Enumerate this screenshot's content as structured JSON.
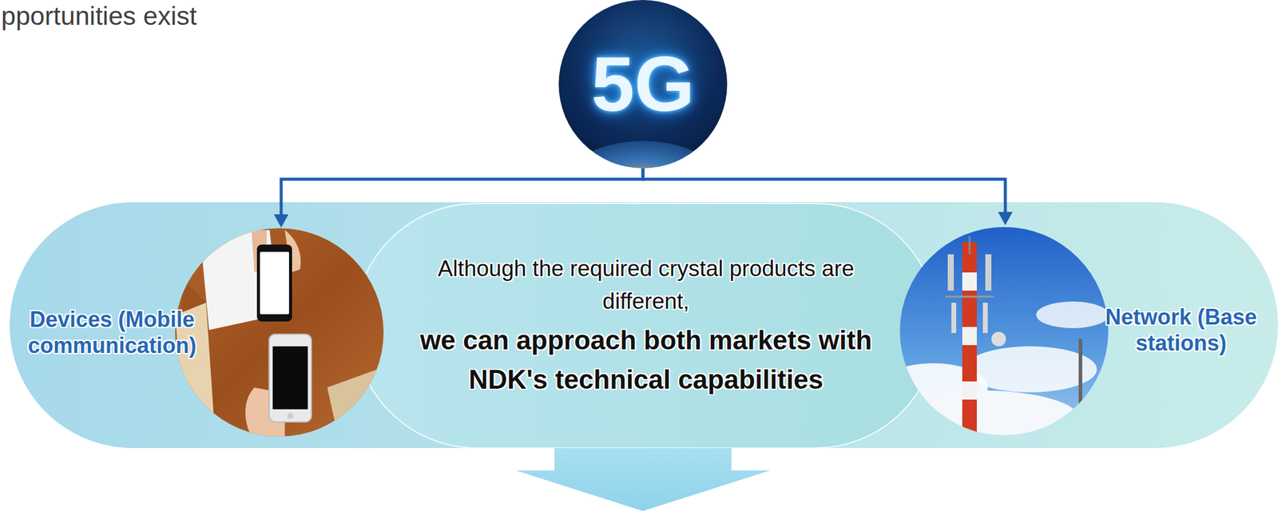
{
  "diagram": {
    "nodes": [
      {
        "text": [
          "5G"
        ]
      },
      {
        "text": [
          "Devices (Mobile communication)"
        ]
      },
      {
        "text": [
          "Although the required crystal products are different,",
          "we can approach both markets with NDK's technical capabilities"
        ]
      },
      {
        "text": [
          "Network (Base stations)"
        ]
      }
    ],
    "edges": [
      {
        "from": 0,
        "to": 1,
        "arrow": "to"
      },
      {
        "from": 0,
        "to": 3,
        "arrow": "to"
      }
    ],
    "labels": [
      "pportunities exist"
    ]
  }
}
